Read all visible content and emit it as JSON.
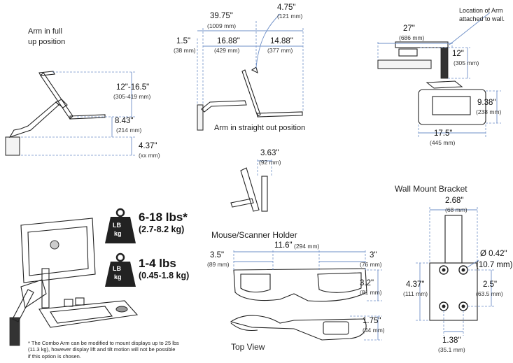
{
  "diagram": {
    "arm_full_up": {
      "title": "Arm in full\nup position",
      "lift_range": "12\"-16.5\"",
      "lift_range_mm": "(305-419 mm)",
      "keyboard_drop": "8.43\"",
      "keyboard_drop_mm": "(214 mm)",
      "base_height": "4.37\"",
      "base_height_mm": "(xx mm)"
    },
    "arm_straight_out": {
      "title": "Arm in straight out position",
      "total_reach": "39.75\"",
      "total_reach_mm": "(1009 mm)",
      "offset_top": "4.75\"",
      "offset_top_mm": "(121 mm)",
      "mount_offset": "1.5\"",
      "mount_offset_mm": "(38 mm)",
      "arm_reach": "16.88\"",
      "arm_reach_mm": "(429 mm)",
      "tray_reach": "14.88\"",
      "tray_reach_mm": "(377 mm)"
    },
    "top_right_view": {
      "note": "Location of Arm\nattached to wall.",
      "width": "27\"",
      "width_mm": "(686 mm)",
      "depth": "12\"",
      "depth_mm": "(305 mm)",
      "tray_depth": "9.38\"",
      "tray_depth_mm": "(238 mm)",
      "tray_width": "17.5\"",
      "tray_width_mm": "(445 mm)"
    },
    "side_detail": {
      "offset": "3.63\"",
      "offset_mm": "(92 mm)"
    },
    "weights": {
      "icon_text_top": "LB",
      "icon_text_bottom": "kg",
      "display": "6-18 lbs*",
      "display_kg": "(2.7-8.2 kg)",
      "keyboard": "1-4 lbs",
      "keyboard_kg": "(0.45-1.8 kg)",
      "footnote": "* The  Combo Arm can be modified to mount displays up to 25 lbs (11.3 kg), however display lift and tilt motion will not be possible if this option is chosen."
    },
    "mouse_holder": {
      "title": "Mouse/Scanner Holder",
      "left_width": "3.5\"",
      "left_width_mm": "(89 mm)",
      "total_width": "11.6\"",
      "total_width_mm": "(294 mm)",
      "right_width": "3\"",
      "right_width_mm": "(76 mm)",
      "height": "3.2\"",
      "height_mm": "(81 mm)",
      "depth": "1.75\"",
      "depth_mm": "(44 mm)",
      "top_view_label": "Top View"
    },
    "wall_bracket": {
      "title": "Wall Mount Bracket",
      "width": "2.68\"",
      "width_mm": "(68 mm)",
      "hole_diameter": "Ø 0.42\"",
      "hole_diameter_mm": "(10.7 mm)",
      "height": "4.37\"",
      "height_mm": "(111 mm)",
      "hole_spacing_v": "2.5\"",
      "hole_spacing_v_mm": "(63.5 mm)",
      "hole_spacing_h": "1.38\"",
      "hole_spacing_h_mm": "(35.1 mm)"
    }
  }
}
